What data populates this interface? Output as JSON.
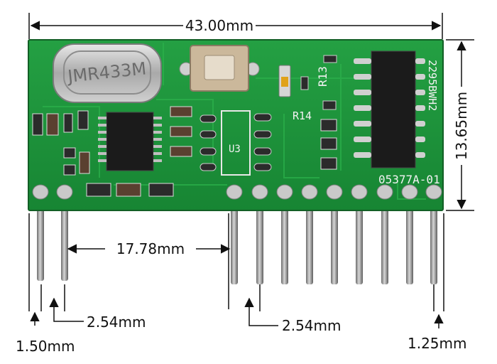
{
  "dimensions": {
    "width": "43.00mm",
    "height": "13.65mm",
    "pin_spacing_a": "17.78mm",
    "pitch_left": "2.54mm",
    "pitch_right": "2.54mm",
    "pin_left": "1.50mm",
    "pin_right": "1.25mm"
  },
  "board_labels": {
    "crystal": "JMR433M",
    "ic_u3": "U3",
    "r13": "R13",
    "r14": "R14",
    "vertical_code": "2295BWH2",
    "board_code": "05377A-01"
  },
  "colors": {
    "pcb": "#1f8f3a",
    "pcb_dark": "#16702c",
    "silkscreen": "#f2f2f2",
    "pin": "#8a8a8a",
    "chip": "#1b1b1b"
  }
}
